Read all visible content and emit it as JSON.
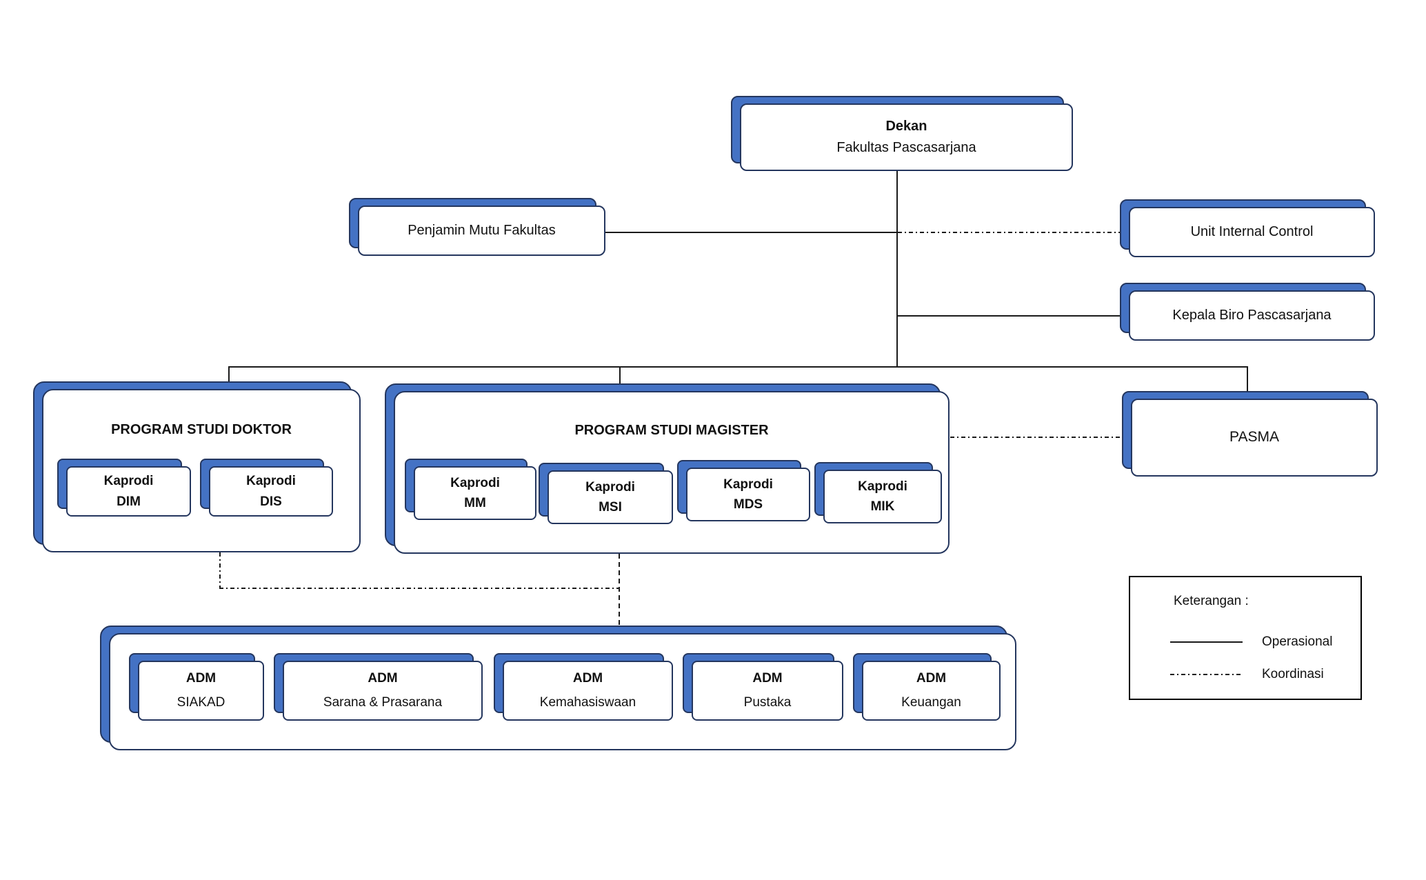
{
  "palette": {
    "shadow_blue": "#4472C4",
    "border_navy": "#24365E",
    "line_color": "#1a1a1a"
  },
  "nodes": {
    "dekan": {
      "title": "Dekan",
      "subtitle": "Fakultas Pascasarjana"
    },
    "penjamin": {
      "label": "Penjamin Mutu Fakultas"
    },
    "unit_internal": {
      "label": "Unit Internal Control"
    },
    "kepala_biro": {
      "label": "Kepala Biro Pascasarjana"
    },
    "doktor": {
      "title": "PROGRAM STUDI DOKTOR",
      "kaprodi": [
        {
          "line1": "Kaprodi",
          "line2": "DIM"
        },
        {
          "line1": "Kaprodi",
          "line2": "DIS"
        }
      ]
    },
    "magister": {
      "title": "PROGRAM STUDI MAGISTER",
      "kaprodi": [
        {
          "line1": "Kaprodi",
          "line2": "MM"
        },
        {
          "line1": "Kaprodi",
          "line2": "MSI"
        },
        {
          "line1": "Kaprodi",
          "line2": "MDS"
        },
        {
          "line1": "Kaprodi",
          "line2": "MIK"
        }
      ]
    },
    "pasma": {
      "label": "PASMA"
    },
    "adm": {
      "units": [
        {
          "line1": "ADM",
          "line2": "SIAKAD"
        },
        {
          "line1": "ADM",
          "line2": "Sarana & Prasarana"
        },
        {
          "line1": "ADM",
          "line2": "Kemahasiswaan"
        },
        {
          "line1": "ADM",
          "line2": "Pustaka"
        },
        {
          "line1": "ADM",
          "line2": "Keuangan"
        }
      ]
    }
  },
  "legend": {
    "title": "Keterangan :",
    "items": [
      {
        "style": "solid",
        "label": "Operasional"
      },
      {
        "style": "dashdot",
        "label": "Koordinasi"
      }
    ]
  }
}
